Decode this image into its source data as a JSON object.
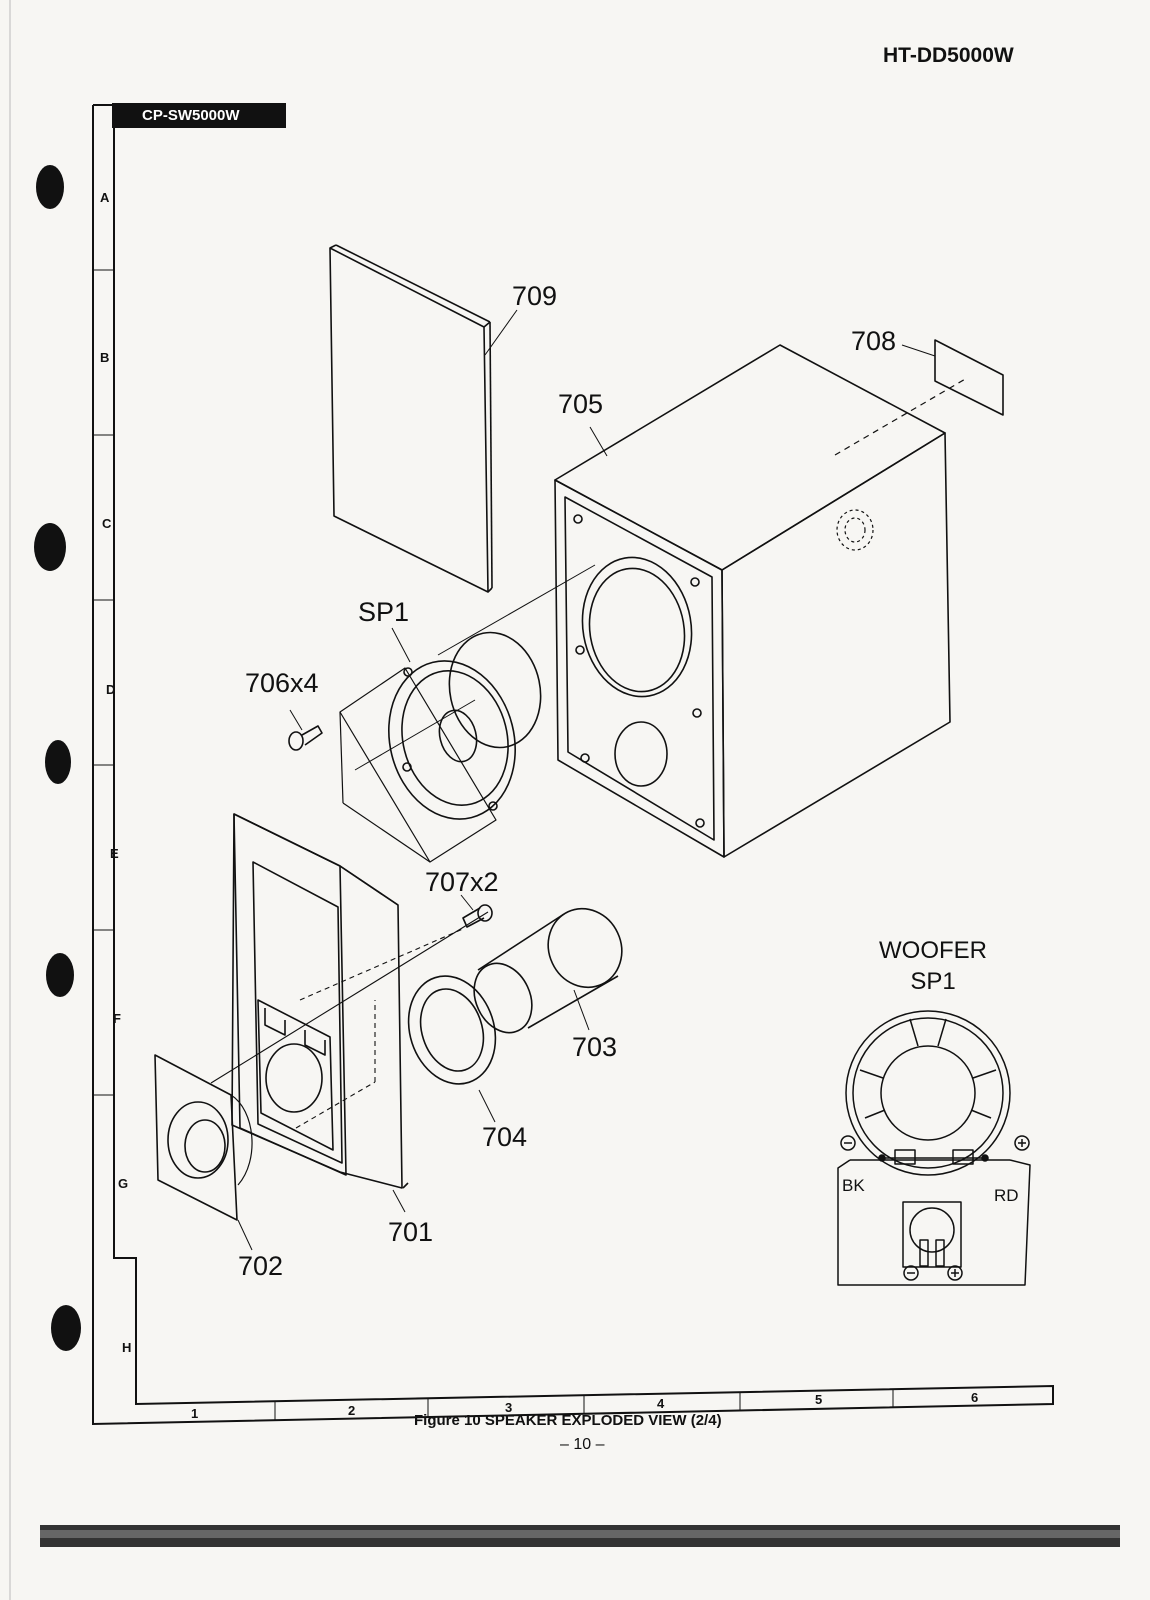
{
  "header": {
    "model": "HT-DD5000W"
  },
  "figure_tab": "CP-SW5000W",
  "grid": {
    "rows": [
      "A",
      "B",
      "C",
      "D",
      "E",
      "F",
      "G",
      "H"
    ],
    "cols": [
      "1",
      "2",
      "3",
      "4",
      "5",
      "6"
    ]
  },
  "callouts": {
    "c709": "709",
    "c708": "708",
    "c705": "705",
    "sp1": "SP1",
    "c706": "706x4",
    "c707": "707x2",
    "c703": "703",
    "c704": "704",
    "c701": "701",
    "c702": "702"
  },
  "woofer": {
    "title": "WOOFER",
    "subtitle": "SP1",
    "bk": "BK",
    "rd": "RD"
  },
  "footer": {
    "caption": "Figure 10 SPEAKER EXPLODED VIEW (2/4)",
    "page": "– 10 –"
  }
}
